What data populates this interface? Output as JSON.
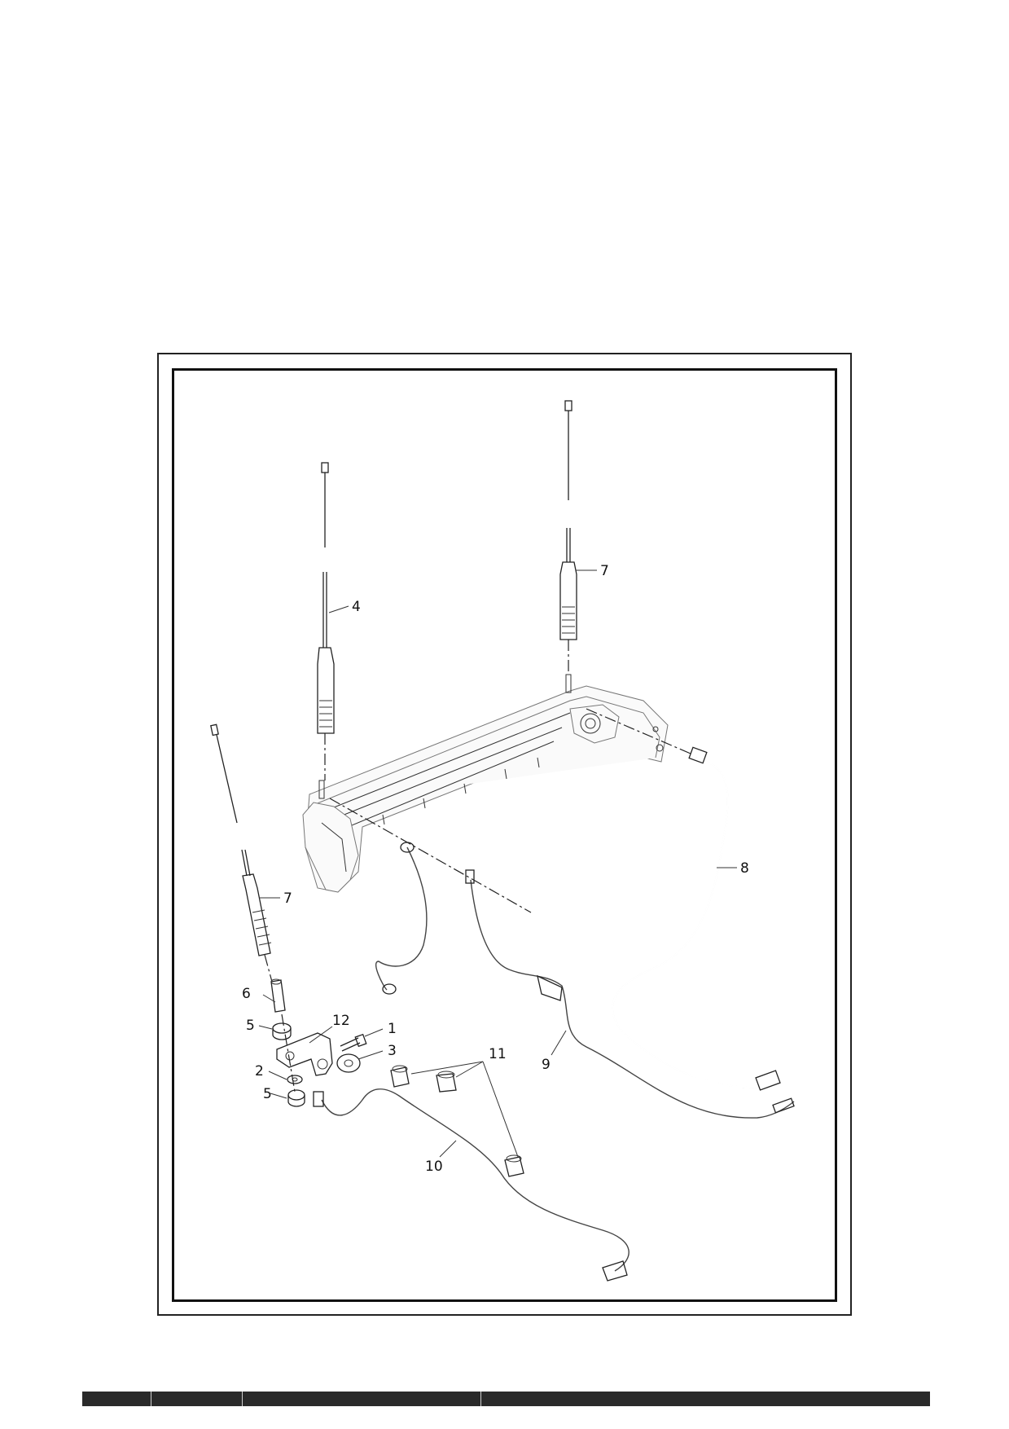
{
  "callouts": {
    "c4": "4",
    "c7_top": "7",
    "c7_left": "7",
    "c8": "8",
    "c6": "6",
    "c12": "12",
    "c1": "1",
    "c5_top": "5",
    "c3": "3",
    "c2": "2",
    "c5_bottom": "5",
    "c11": "11",
    "c9": "9",
    "c10": "10"
  },
  "colors": {
    "ink": "#222222",
    "footer_bar": "#2a2a2a"
  }
}
